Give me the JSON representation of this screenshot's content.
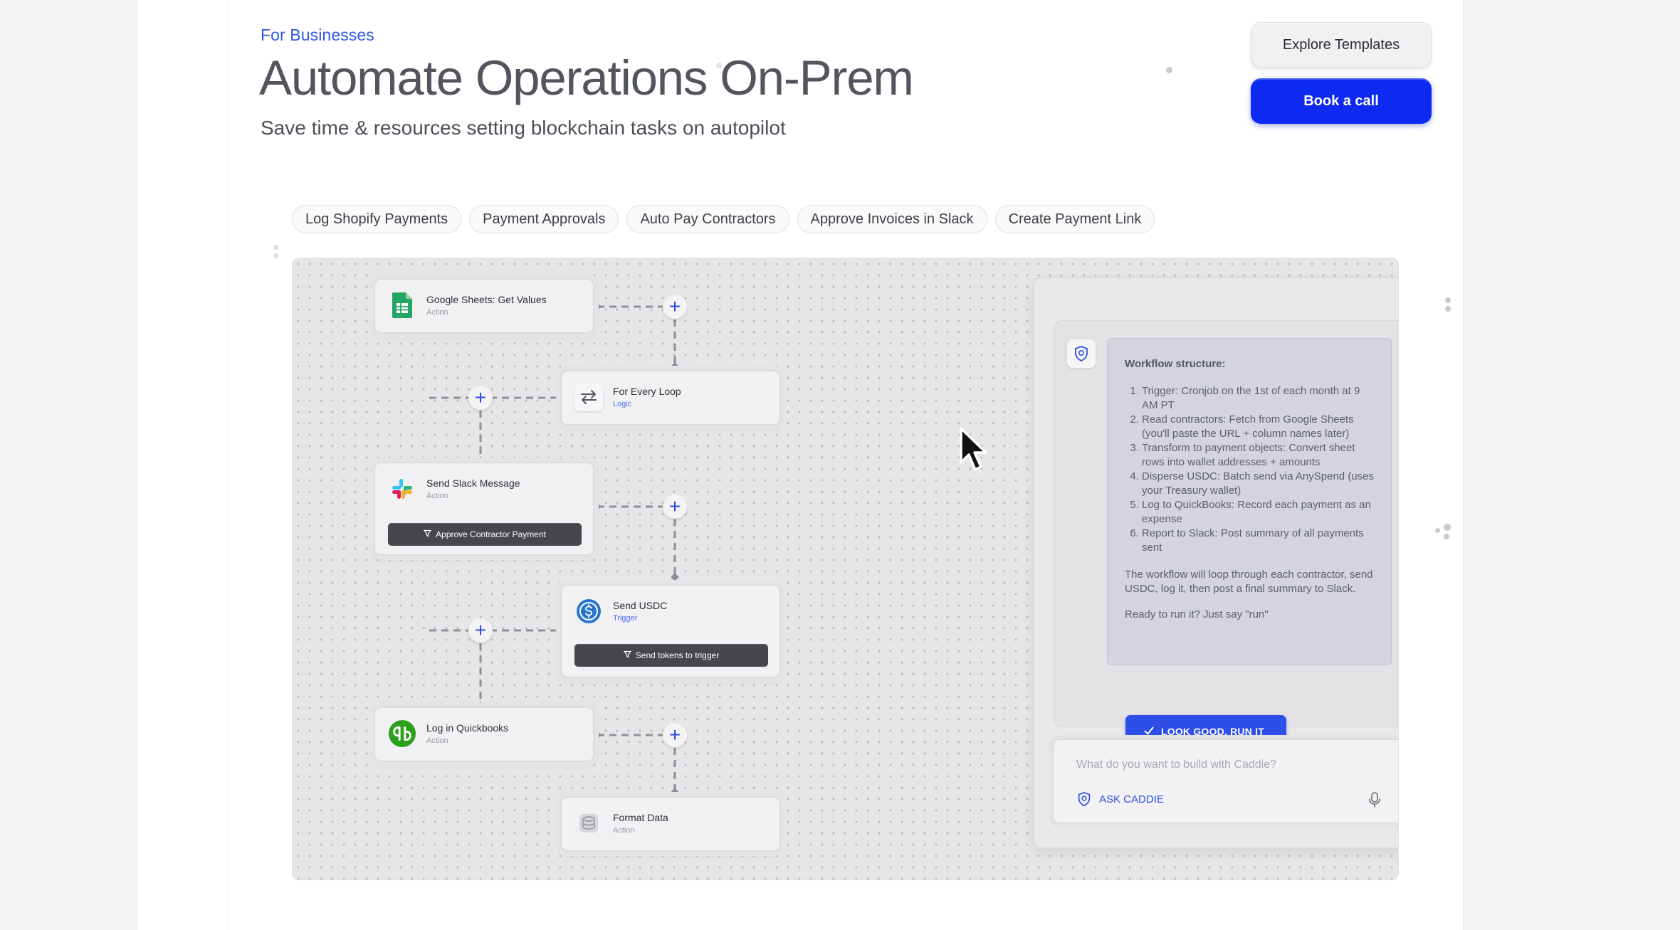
{
  "hero": {
    "eyebrow": "For Businesses",
    "title": "Automate Operations On-Prem",
    "subtitle": "Save time & resources setting blockchain tasks on autopilot"
  },
  "buttons": {
    "explore_templates": "Explore Templates",
    "book_call": "Book a call"
  },
  "tabs": [
    "Log Shopify Payments",
    "Payment Approvals",
    "Auto Pay Contractors",
    "Approve Invoices in Slack",
    "Create Payment Link"
  ],
  "workflow": {
    "nodes": [
      {
        "title": "Google Sheets: Get Values",
        "subtitle": "Action",
        "icon": "google-sheets-icon"
      },
      {
        "title": "For Every Loop",
        "subtitle": "Logic",
        "icon": "loop-arrows-icon"
      },
      {
        "title": "Send Slack Message",
        "subtitle": "Action",
        "icon": "slack-icon",
        "action": "Approve Contractor Payment"
      },
      {
        "title": "Send USDC",
        "subtitle": "Trigger",
        "icon": "usdc-icon",
        "action": "Send tokens to trigger"
      },
      {
        "title": "Log in Quickbooks",
        "subtitle": "Action",
        "icon": "quickbooks-icon"
      },
      {
        "title": "Format Data",
        "subtitle": "Action",
        "icon": "format-data-icon"
      }
    ]
  },
  "chat": {
    "heading": "Workflow structure:",
    "steps": [
      "Trigger: Cronjob on the 1st of each month at 9 AM PT",
      "Read contractors: Fetch from Google Sheets (you'll paste the URL + column names later)",
      "Transform to payment objects: Convert sheet rows into wallet addresses + amounts",
      "Disperse USDC: Batch send via AnySpend (uses your Treasury wallet)",
      "Log to QuickBooks: Record each payment as an expense",
      "Report to Slack: Post summary of all payments sent"
    ],
    "summary": "The workflow will loop through each contractor, send USDC, log it, then post a final summary to Slack.",
    "prompt": "Ready to run it? Just say \"run\"",
    "run_button": "LOOK GOOD, RUN IT",
    "input_placeholder": "What do you want to build with Caddie?",
    "ask_label": "ASK CADDIE"
  },
  "colors": {
    "accent": "#2f57e6",
    "primary_button": "#0e2af0",
    "plus": "#2c49e8"
  }
}
